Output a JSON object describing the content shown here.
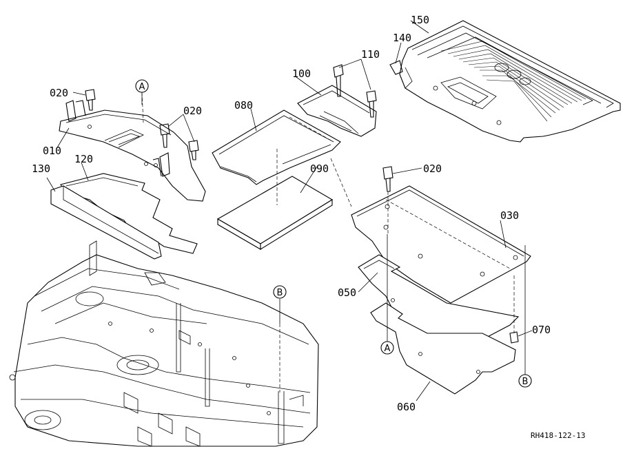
{
  "diagram": {
    "callouts": {
      "p010": "010",
      "p020a": "020",
      "p020b": "020",
      "p020c": "020",
      "p030": "030",
      "p050": "050",
      "p060": "060",
      "p070": "070",
      "p080": "080",
      "p090": "090",
      "p100": "100",
      "p110": "110",
      "p120": "120",
      "p130": "130",
      "p140": "140",
      "p150": "150"
    },
    "reference_markers": {
      "a_top": "A",
      "a_bottom": "A",
      "b_top": "B",
      "b_bottom": "B"
    },
    "drawing_code": "RH418-122-13"
  }
}
